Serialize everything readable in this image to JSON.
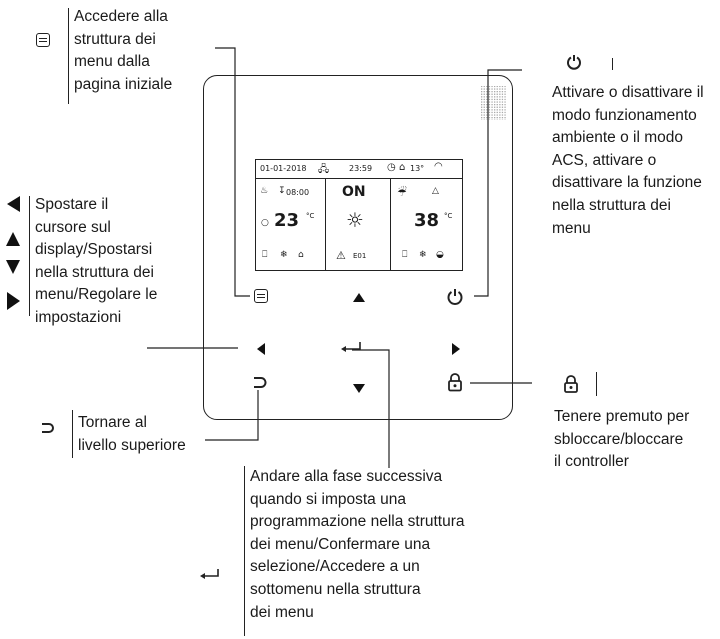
{
  "callouts": {
    "menu": "Accedere alla\nstruttura dei\nmenu dalla\npagina iniziale",
    "power": "Attivare o disattivare il\nmodo funzionamento\nambiente o il modo\nACS, attivare o\ndisattivare la funzione\nnella struttura dei\nmenu",
    "arrows": "Spostare il\ncursore sul\ndisplay/Spostarsi\nnella struttura dei\nmenu/Regolare le\nimpostazioni",
    "back": "Tornare al\nlivello superiore",
    "enter": "Andare alla fase successiva\nquando si imposta una\nprogrammazione nella struttura\ndei menu/Confermare una\nselezione/Accedere a un\nsottomenu nella struttura\ndei menu",
    "lock": "Tenere premuto per\nsbloccare/bloccare\nil controller"
  },
  "screen": {
    "date": "01-01-2018",
    "time": "23:59",
    "outdoor_temp": "13°",
    "timer": "08:00",
    "left_temp": "23",
    "left_unit": "°C",
    "center_status": "ON",
    "error_code": "E01",
    "right_temp": "38",
    "right_unit": "°C"
  },
  "icons": {
    "menu": "menu-icon",
    "power": "power-icon",
    "left": "arrow-left-icon",
    "up": "arrow-up-icon",
    "down": "arrow-down-icon",
    "right": "arrow-right-icon",
    "back": "back-icon",
    "enter": "enter-icon",
    "lock": "lock-icon"
  }
}
